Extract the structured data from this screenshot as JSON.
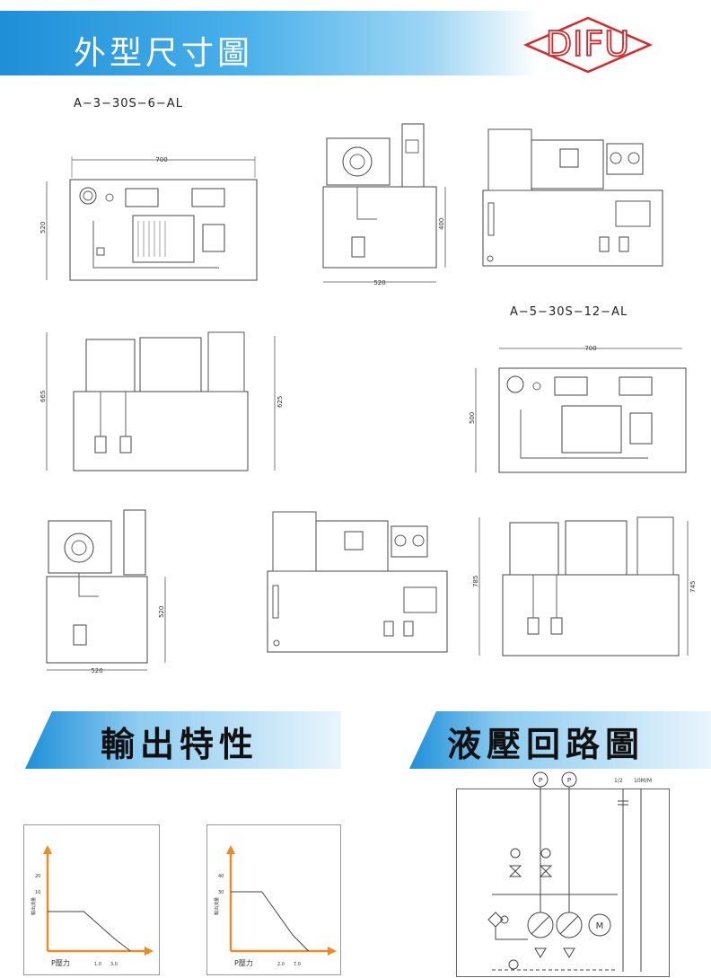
{
  "header": {
    "title": "外型尺寸圖",
    "logo_text": "DIFU"
  },
  "models": {
    "model_a": "A−3−30S−6−AL",
    "model_b": "A−5−30S−12−AL"
  },
  "dimensions": {
    "d1_top_width": "700",
    "d1_top_height": "520",
    "d1_side_width": "520",
    "d1_side_height": "400",
    "d1_front_height_left": "665",
    "d1_front_height_right": "625",
    "d2_top_width": "700",
    "d2_top_height": "500",
    "d2_side_width": "520",
    "d2_side_height": "520",
    "d2_front_height_left": "785",
    "d2_front_height_right": "745"
  },
  "sections": {
    "output": "輸出特性",
    "circuit": "液壓回路圖"
  },
  "circuit_labels": {
    "p1": "P",
    "p2": "P",
    "ratio": "1/2",
    "speed": "10M/M",
    "motor": "M"
  },
  "chart_data": [
    {
      "type": "line",
      "xlabel": "P壓力",
      "ylabel": "輸出流量",
      "y_ticks": [
        "20",
        "10"
      ],
      "x_ticks": [
        "1.0",
        "3.0"
      ],
      "series": [
        {
          "x": [
            0,
            0.7,
            1.3,
            1.6
          ],
          "y": [
            10,
            10,
            3,
            0
          ]
        }
      ],
      "xlim": [
        0,
        1.8
      ],
      "ylim": [
        0,
        25
      ],
      "colors": {
        "axis": "#f08a24",
        "line": "#444444"
      }
    },
    {
      "type": "line",
      "xlabel": "P壓力",
      "ylabel": "輸出流量",
      "y_ticks": [
        "40",
        "30"
      ],
      "x_ticks": [
        "2.0",
        "7.0"
      ],
      "series": [
        {
          "x": [
            0,
            0.6,
            1.2,
            1.5
          ],
          "y": [
            30,
            30,
            8,
            0
          ]
        }
      ],
      "xlim": [
        0,
        1.8
      ],
      "ylim": [
        0,
        50
      ],
      "colors": {
        "axis": "#f08a24",
        "line": "#444444"
      }
    }
  ]
}
